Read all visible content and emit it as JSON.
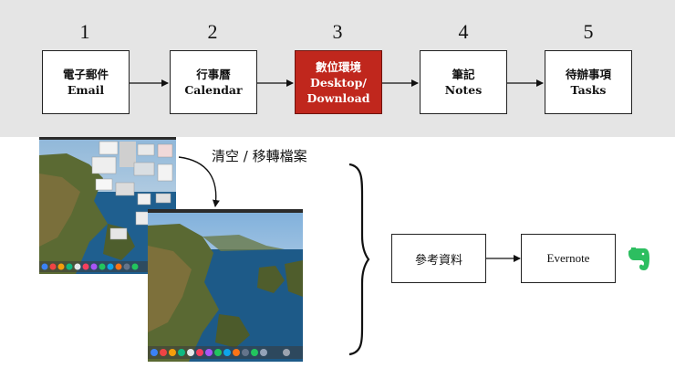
{
  "steps": [
    {
      "number": "1",
      "zh": "電子郵件",
      "en": "Email",
      "active": false
    },
    {
      "number": "2",
      "zh": "行事曆",
      "en": "Calendar",
      "active": false
    },
    {
      "number": "3",
      "zh": "數位環境",
      "en": "Desktop/",
      "en2": "Download",
      "active": true
    },
    {
      "number": "4",
      "zh": "筆記",
      "en": "Notes",
      "active": false
    },
    {
      "number": "5",
      "zh": "待辦事項",
      "en": "Tasks",
      "active": false
    }
  ],
  "caption": "清空 / 移轉檔案",
  "reference_box": "參考資料",
  "evernote_box": "Evernote",
  "colors": {
    "band": "#e5e5e5",
    "active": "#c0271d",
    "evernote_green": "#2dbe60"
  },
  "icons": [
    "evernote-elephant-icon",
    "desktop-screenshot-cluttered",
    "desktop-screenshot-clean"
  ]
}
